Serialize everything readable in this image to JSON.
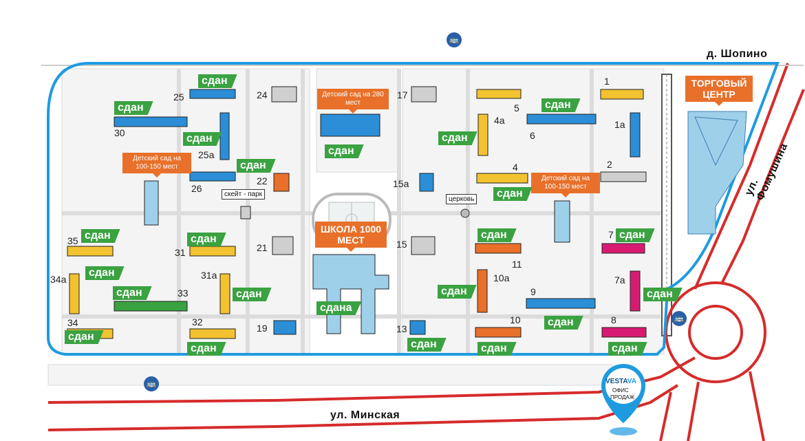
{
  "streets": {
    "shopino": "д. Шопино",
    "fomushina": "ул. Фомушина",
    "minskaya": "ул. Минская"
  },
  "facilities": {
    "kindergarten_280": "Детский сад на 280 мест",
    "kindergarten_100_left": "Детский сад на 100-150 мест",
    "kindergarten_100_right": "Детский сад на 100-150 мест",
    "school": "ШКОЛА 1000 МЕСТ",
    "mall": "ТОРГОВЫЙ ЦЕНТР",
    "skatepark": "скейт - парк",
    "church": "церковь"
  },
  "sales_office": {
    "brand": "VESTA",
    "brand_mark": "VA",
    "line1": "ОФИС",
    "line2": "ПРОДАЖ"
  },
  "status": {
    "done": "сдан",
    "done_fem": "сдана"
  },
  "buildings": {
    "b1": "1",
    "b1a": "1а",
    "b2": "2",
    "b4": "4",
    "b4a": "4а",
    "b5": "5",
    "b6": "6",
    "b7": "7",
    "b7a": "7а",
    "b8": "8",
    "b9": "9",
    "b10": "10",
    "b10a": "10а",
    "b11": "11",
    "b13": "13",
    "b15": "15",
    "b15a": "15а",
    "b17": "17",
    "b19": "19",
    "b21": "21",
    "b22": "22",
    "b24": "24",
    "b25": "25",
    "b25a": "25а",
    "b26": "26",
    "b30": "30",
    "b31": "31",
    "b31a": "31а",
    "b32": "32",
    "b33": "33",
    "b34": "34",
    "b34a": "34а",
    "b35": "35"
  },
  "colors": {
    "blue": "#2b8ed6",
    "yellow": "#f2c230",
    "orange": "#e8702a",
    "pink": "#d81b72",
    "green": "#3aa241",
    "gray": "#cfcfcf",
    "lightblue": "#9fd0ea",
    "red_road": "#d62b2b",
    "boundary": "#1e9be0"
  },
  "icons": [
    "bus-icon",
    "location-pin-icon",
    "soccer-field-icon"
  ]
}
